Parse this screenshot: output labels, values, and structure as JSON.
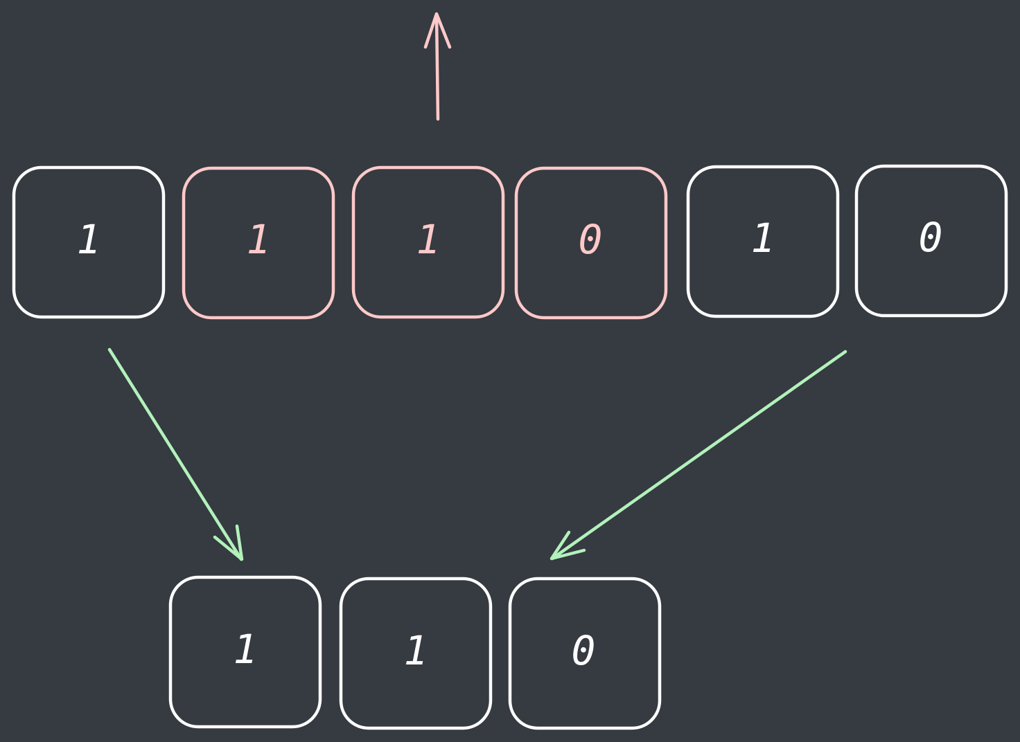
{
  "colors": {
    "background": "#363a41",
    "normal": "#ffffff",
    "highlight": "#ffc9c9",
    "arrow_green": "#b2f2bb"
  },
  "top_row": [
    {
      "value": "1",
      "highlighted": false
    },
    {
      "value": "1",
      "highlighted": true
    },
    {
      "value": "1",
      "highlighted": true
    },
    {
      "value": "0",
      "highlighted": true
    },
    {
      "value": "1",
      "highlighted": false
    },
    {
      "value": "0",
      "highlighted": false
    }
  ],
  "bottom_row": [
    {
      "value": "1",
      "highlighted": false
    },
    {
      "value": "1",
      "highlighted": false
    },
    {
      "value": "0",
      "highlighted": false
    }
  ]
}
